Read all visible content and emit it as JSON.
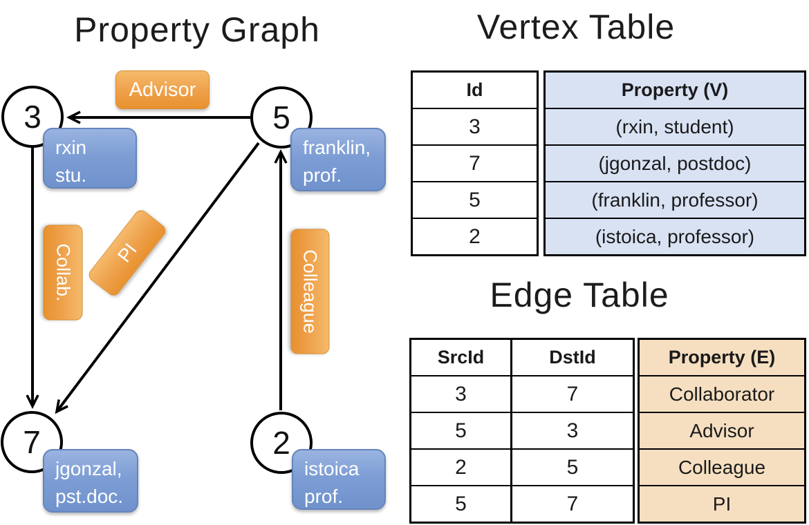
{
  "titles": {
    "graph": "Property Graph",
    "vertex_table": "Vertex Table",
    "edge_table": "Edge Table"
  },
  "graph": {
    "nodes": [
      {
        "id": "3",
        "prop1": "rxin",
        "prop2": "stu."
      },
      {
        "id": "5",
        "prop1": "franklin,",
        "prop2": "prof."
      },
      {
        "id": "7",
        "prop1": "jgonzal,",
        "prop2": "pst.doc."
      },
      {
        "id": "2",
        "prop1": "istoica",
        "prop2": "prof."
      }
    ],
    "edge_labels": {
      "advisor": "Advisor",
      "collab": "Collab.",
      "pi": "PI",
      "colleague": "Colleague"
    }
  },
  "vertex_table": {
    "headers": {
      "id": "Id",
      "property": "Property (V)"
    },
    "rows": [
      {
        "id": "3",
        "property": "(rxin, student)"
      },
      {
        "id": "7",
        "property": "(jgonzal, postdoc)"
      },
      {
        "id": "5",
        "property": "(franklin, professor)"
      },
      {
        "id": "2",
        "property": "(istoica, professor)"
      }
    ]
  },
  "edge_table": {
    "headers": {
      "src": "SrcId",
      "dst": "DstId",
      "property": "Property (E)"
    },
    "rows": [
      {
        "src": "3",
        "dst": "7",
        "property": "Collaborator"
      },
      {
        "src": "5",
        "dst": "3",
        "property": "Advisor"
      },
      {
        "src": "2",
        "dst": "5",
        "property": "Colleague"
      },
      {
        "src": "5",
        "dst": "7",
        "property": "PI"
      }
    ]
  },
  "colors": {
    "edge_label_orange": "#ED9D45",
    "vertex_box_blue": "#7D9DD4",
    "vertex_cell_blue": "#D9E2F3",
    "edge_cell_tan": "#F6DFC1",
    "line_black": "#000000"
  }
}
